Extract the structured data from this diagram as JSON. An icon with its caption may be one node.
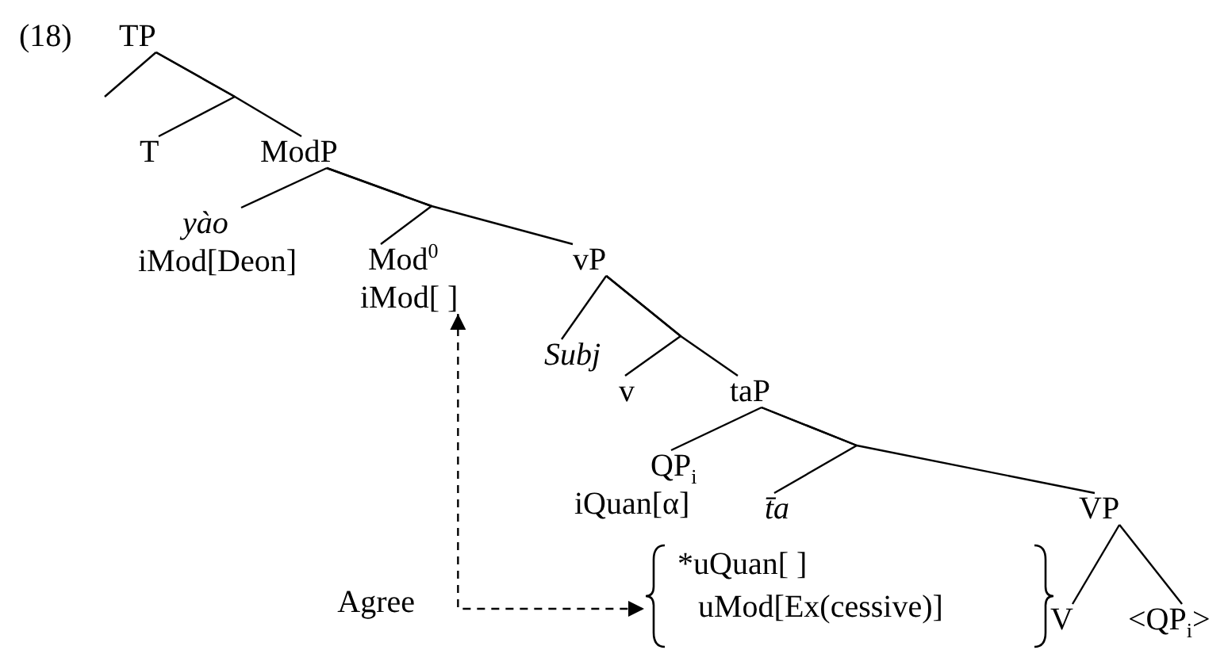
{
  "diagram": {
    "nodes": [
      {
        "text": [
          "TP"
        ]
      },
      {
        "text": [
          "T"
        ]
      },
      {
        "text": [
          "ModP"
        ]
      },
      {
        "text": [
          "yào",
          "iMod[Deon]"
        ]
      },
      {
        "text": [
          "Mod$^{0}$",
          "iMod[ ]"
        ]
      },
      {
        "text": [
          "vP"
        ]
      },
      {
        "text": [
          "Subj"
        ]
      },
      {
        "text": [
          "v"
        ]
      },
      {
        "text": [
          "taP"
        ]
      },
      {
        "text": [
          "QP$_{i}$",
          "iQuan[α]"
        ]
      },
      {
        "text": [
          "t̄a"
        ]
      },
      {
        "text": [
          "VP"
        ]
      },
      {
        "text": [
          "*uQuan[ ]",
          "uMod[Ex(cessive)]"
        ]
      },
      {
        "text": [
          "V"
        ]
      },
      {
        "text": [
          "<QP$_{i}$>"
        ]
      }
    ],
    "edges": [
      {
        "from": 0,
        "to": null,
        "arrow": "none"
      },
      {
        "from": 0,
        "to": 1,
        "arrow": "none"
      },
      {
        "from": 0,
        "to": 2,
        "arrow": "none"
      },
      {
        "from": 2,
        "to": 3,
        "arrow": "none"
      },
      {
        "from": 2,
        "to": 4,
        "arrow": "none"
      },
      {
        "from": 2,
        "to": 5,
        "arrow": "none"
      },
      {
        "from": 5,
        "to": 6,
        "arrow": "none"
      },
      {
        "from": 5,
        "to": 7,
        "arrow": "none"
      },
      {
        "from": 5,
        "to": 8,
        "arrow": "none"
      },
      {
        "from": 8,
        "to": 9,
        "arrow": "none"
      },
      {
        "from": 8,
        "to": 10,
        "arrow": "none"
      },
      {
        "from": 8,
        "to": 11,
        "arrow": "none"
      },
      {
        "from": 11,
        "to": 13,
        "arrow": "none"
      },
      {
        "from": 11,
        "to": 14,
        "arrow": "none"
      },
      {
        "from": 4,
        "to": 12,
        "arrow": "both",
        "style": "dashed",
        "label": "Agree"
      }
    ],
    "labels": [
      "(18)"
    ]
  }
}
